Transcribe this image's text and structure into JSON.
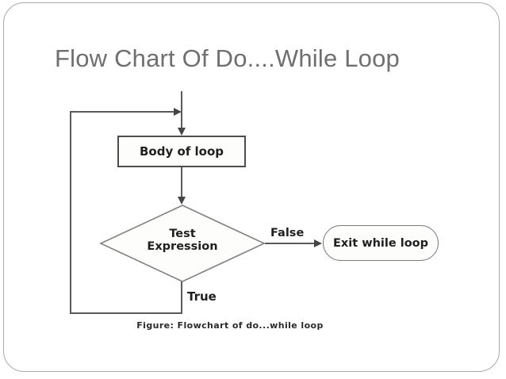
{
  "slide": {
    "title": "Flow Chart Of Do....While Loop",
    "caption": "Figure: Flowchart of do...while loop",
    "colors": {
      "title_text": "#6f6f6f",
      "figure_text": "#1f1f1f",
      "connector_line": "#5a5a5a",
      "slide_border": "#a9a9a9",
      "node_border_process": "#4d4d4d",
      "node_border_decision": "#828282",
      "node_border_terminator": "#7d7d7d"
    }
  },
  "flowchart": {
    "nodes": [
      {
        "id": "body",
        "type": "process",
        "label": "Body of loop"
      },
      {
        "id": "test",
        "type": "decision",
        "label_line1": "Test",
        "label_line2": "Expression"
      },
      {
        "id": "exit",
        "type": "terminator",
        "label": "Exit while loop"
      }
    ],
    "edge_labels": {
      "false": "False",
      "true": "True"
    },
    "flow": "start -> body -> test; test -False-> exit; test -True-> loop back to body"
  }
}
